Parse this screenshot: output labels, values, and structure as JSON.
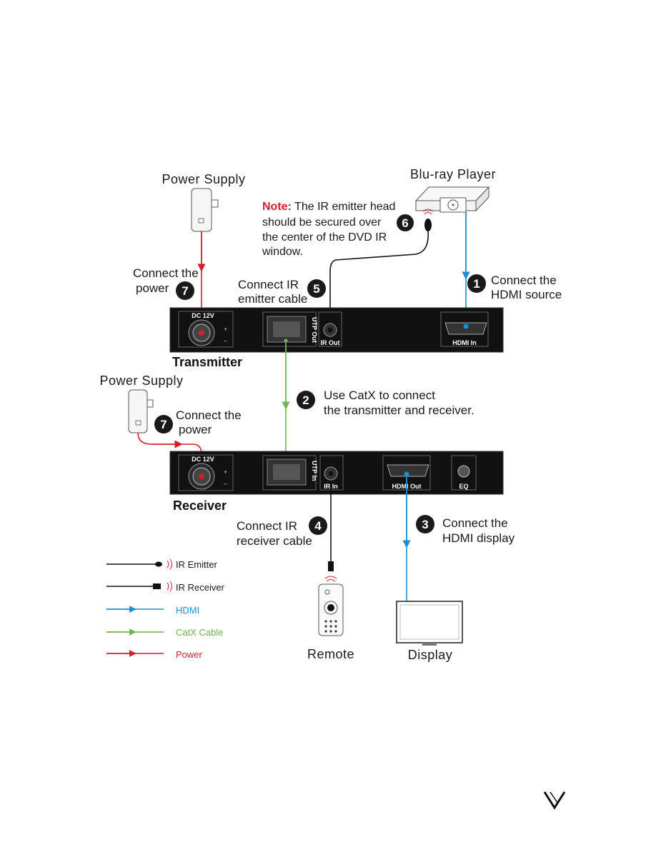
{
  "devices": {
    "power_supply_top": "Power Supply",
    "power_supply_bottom": "Power Supply",
    "bluray": "Blu-ray Player",
    "transmitter": "Transmitter",
    "receiver": "Receiver",
    "remote": "Remote",
    "display": "Display"
  },
  "note": {
    "label": "Note:",
    "line1": " The IR emitter head",
    "line2": "should be secured over",
    "line3": "the center of the DVD IR",
    "line4": "window."
  },
  "steps": [
    {
      "num": "1",
      "line1": "Connect the",
      "line2": "HDMI source"
    },
    {
      "num": "2",
      "line1": "Use CatX to connect",
      "line2": "the transmitter and receiver."
    },
    {
      "num": "3",
      "line1": "Connect the",
      "line2": "HDMI display"
    },
    {
      "num": "4",
      "line1": "Connect IR",
      "line2": "receiver cable"
    },
    {
      "num": "5",
      "line1": "Connect IR",
      "line2": "emitter cable"
    },
    {
      "num": "6"
    },
    {
      "num": "7",
      "line1": "Connect the",
      "line2": "power"
    },
    {
      "num": "7",
      "line1": "Connect the",
      "line2": "power"
    }
  ],
  "ports": {
    "dc": "DC 12V",
    "utp_out": "UTP Out",
    "ir_out": "IR Out",
    "hdmi_in": "HDMI In",
    "utp_in": "UTP In",
    "ir_in": "IR In",
    "hdmi_out": "HDMI Out",
    "eq": "EQ"
  },
  "legend": [
    {
      "label": "IR Emitter",
      "color": "#1a1a1a"
    },
    {
      "label": "IR Receiver",
      "color": "#1a1a1a"
    },
    {
      "label": "HDMI",
      "color": "#1b8fd2"
    },
    {
      "label": "CatX Cable",
      "color": "#6fb552"
    },
    {
      "label": "Power",
      "color": "#d0202e"
    }
  ],
  "colors": {
    "hdmi": "#1b8fd2",
    "catx": "#6fb552",
    "power": "#d0202e",
    "device": "#111111",
    "note": "#d0202e"
  },
  "logo": "V"
}
